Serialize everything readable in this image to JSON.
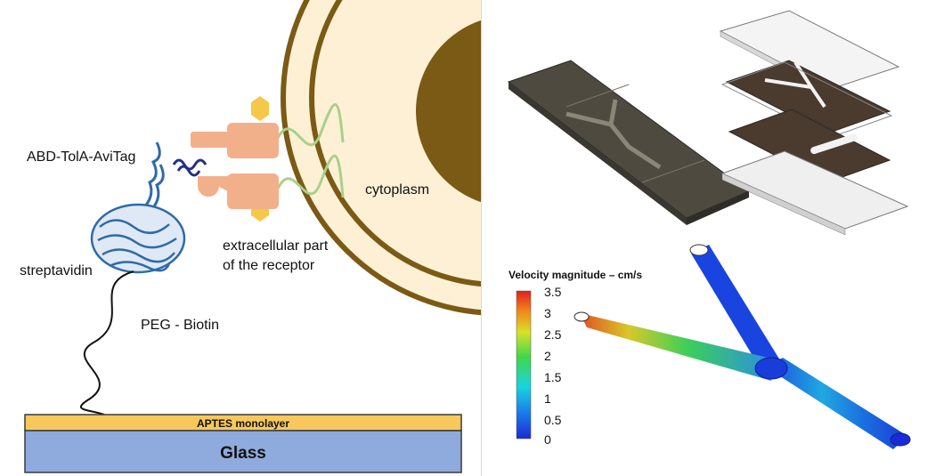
{
  "left_panel": {
    "labels": {
      "abd_tola_avitag": "ABD-TolA-AviTag",
      "streptavidin": "streptavidin",
      "peg_biotin": "PEG - Biotin",
      "cytoplasm": "cytoplasm",
      "receptor_line1": "extracellular part",
      "receptor_line2": "of the receptor",
      "aptes": "APTES monolayer",
      "glass": "Glass"
    },
    "colors": {
      "cell_fill": "#fdf0d5",
      "cell_outline": "#7a5a14",
      "nucleus": "#7a5a14",
      "receptor": "#f2b08a",
      "receptor_tip": "#f5c84a",
      "receptor_tail": "#a8d08d",
      "protein": "#2f6aa8",
      "aptes_layer": "#f7c85c",
      "glass_layer": "#8faadc"
    }
  },
  "right_panel": {
    "colorbar": {
      "title": "Velocity magnitude – cm/s",
      "ticks": [
        "3.5",
        "3",
        "2.5",
        "2",
        "1.5",
        "1",
        "0.5",
        "0"
      ]
    }
  }
}
